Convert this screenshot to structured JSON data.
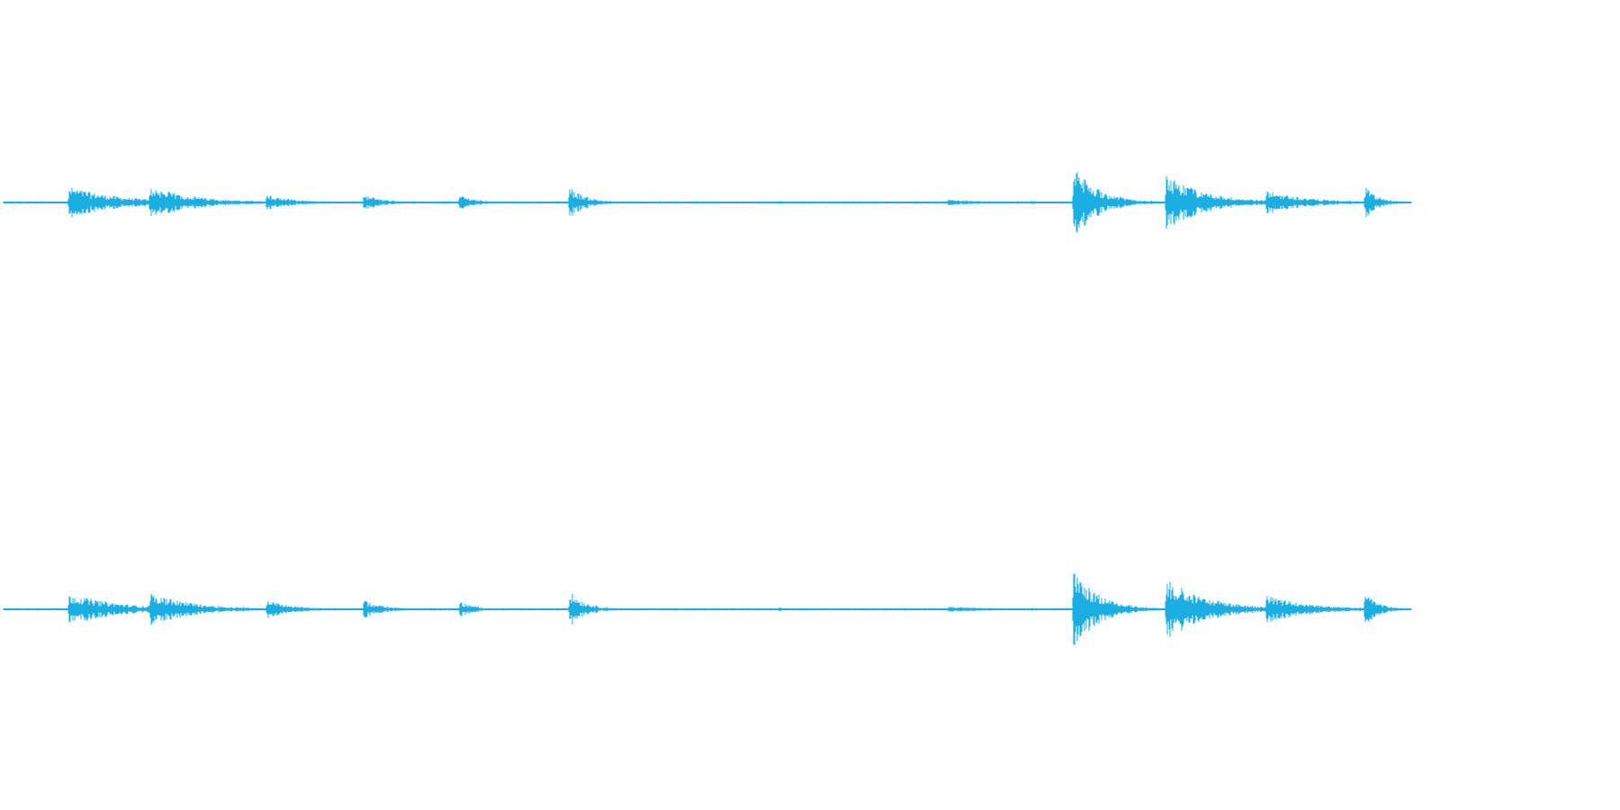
{
  "waveform": {
    "color": "#1aaee2",
    "background": "#ffffff",
    "channels": [
      {
        "name": "",
        "noise_floor": 0.004,
        "bursts": [
          {
            "t": 0.0466,
            "amp": 0.08,
            "decay": 0.035
          },
          {
            "t": 0.104,
            "amp": 0.08,
            "decay": 0.032
          },
          {
            "t": 0.187,
            "amp": 0.04,
            "decay": 0.02
          },
          {
            "t": 0.256,
            "amp": 0.04,
            "decay": 0.015
          },
          {
            "t": 0.324,
            "amp": 0.04,
            "decay": 0.012
          },
          {
            "t": 0.402,
            "amp": 0.08,
            "decay": 0.012
          },
          {
            "t": 0.551,
            "amp": 0.01,
            "decay": 0.005
          },
          {
            "t": 0.671,
            "amp": 0.015,
            "decay": 0.03
          },
          {
            "t": 0.73,
            "amp": 0.01,
            "decay": 0.005
          },
          {
            "t": 0.76,
            "amp": 0.18,
            "decay": 0.018
          },
          {
            "t": 0.826,
            "amp": 0.14,
            "decay": 0.028
          },
          {
            "t": 0.897,
            "amp": 0.06,
            "decay": 0.03
          },
          {
            "t": 0.967,
            "amp": 0.08,
            "decay": 0.01
          }
        ]
      },
      {
        "name": "",
        "noise_floor": 0.004,
        "bursts": [
          {
            "t": 0.0466,
            "amp": 0.08,
            "decay": 0.035
          },
          {
            "t": 0.104,
            "amp": 0.08,
            "decay": 0.032
          },
          {
            "t": 0.187,
            "amp": 0.045,
            "decay": 0.02
          },
          {
            "t": 0.256,
            "amp": 0.045,
            "decay": 0.015
          },
          {
            "t": 0.324,
            "amp": 0.04,
            "decay": 0.012
          },
          {
            "t": 0.402,
            "amp": 0.09,
            "decay": 0.012
          },
          {
            "t": 0.551,
            "amp": 0.01,
            "decay": 0.005
          },
          {
            "t": 0.671,
            "amp": 0.015,
            "decay": 0.03
          },
          {
            "t": 0.73,
            "amp": 0.01,
            "decay": 0.005
          },
          {
            "t": 0.76,
            "amp": 0.2,
            "decay": 0.018
          },
          {
            "t": 0.826,
            "amp": 0.16,
            "decay": 0.028
          },
          {
            "t": 0.897,
            "amp": 0.07,
            "decay": 0.03
          },
          {
            "t": 0.967,
            "amp": 0.09,
            "decay": 0.01
          }
        ]
      }
    ]
  }
}
